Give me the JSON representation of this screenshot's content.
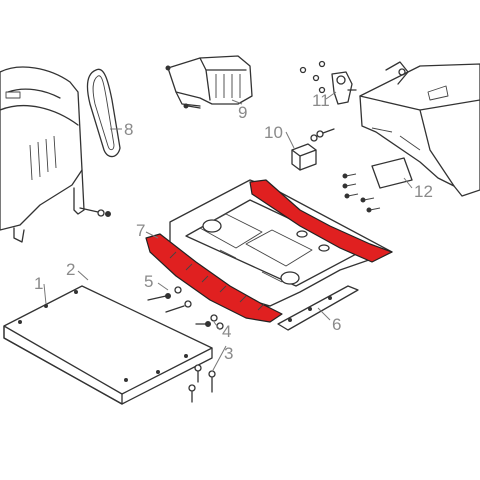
{
  "callouts": {
    "c1": "1",
    "c2": "2",
    "c3": "3",
    "c4": "4",
    "c5": "5",
    "c6": "6",
    "c7": "7",
    "c8": "8",
    "c9": "9",
    "c10": "10",
    "c11": "11",
    "c12": "12"
  },
  "colors": {
    "highlight": "#e02020",
    "line": "#333333",
    "callout": "#8a8a8a"
  }
}
